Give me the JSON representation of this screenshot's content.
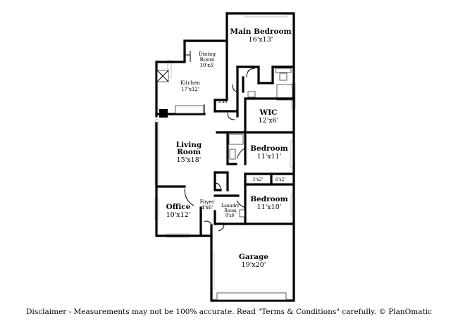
{
  "rooms": {
    "main_bedroom": {
      "name": "Main Bedroom",
      "dim": "16'x13'"
    },
    "dining": {
      "name_line1": "Dining",
      "name_line2": "Room",
      "dim": "10'x5'"
    },
    "kitchen": {
      "name": "Kitchen",
      "dim": "17'x12'"
    },
    "wic": {
      "name": "WIC",
      "dim": "12'x6'"
    },
    "small_closet": {
      "dim": "2'x6'"
    },
    "living": {
      "name_line1": "Living",
      "name_line2": "Room",
      "dim": "15'x18'"
    },
    "bedroom2": {
      "name": "Bedroom",
      "dim": "11'x11'"
    },
    "closet_a": {
      "dim": "5'x2'"
    },
    "closet_b": {
      "dim": "6'x2'"
    },
    "office": {
      "name": "Office",
      "dim": "10'x12'"
    },
    "foyer": {
      "name": "Foyer",
      "dim": "4'x6'"
    },
    "laundry": {
      "name_line1": "Laundry",
      "name_line2": "Room",
      "dim": "8'x6'"
    },
    "bedroom3": {
      "name": "Bedroom",
      "dim": "11'x10'"
    },
    "garage": {
      "name": "Garage",
      "dim": "19'x20'"
    }
  },
  "disclaimer": "Disclaimer - Measurements may not be 100% accurate. Read \"Terms & Conditions\" carefully. © PlanOmatic"
}
